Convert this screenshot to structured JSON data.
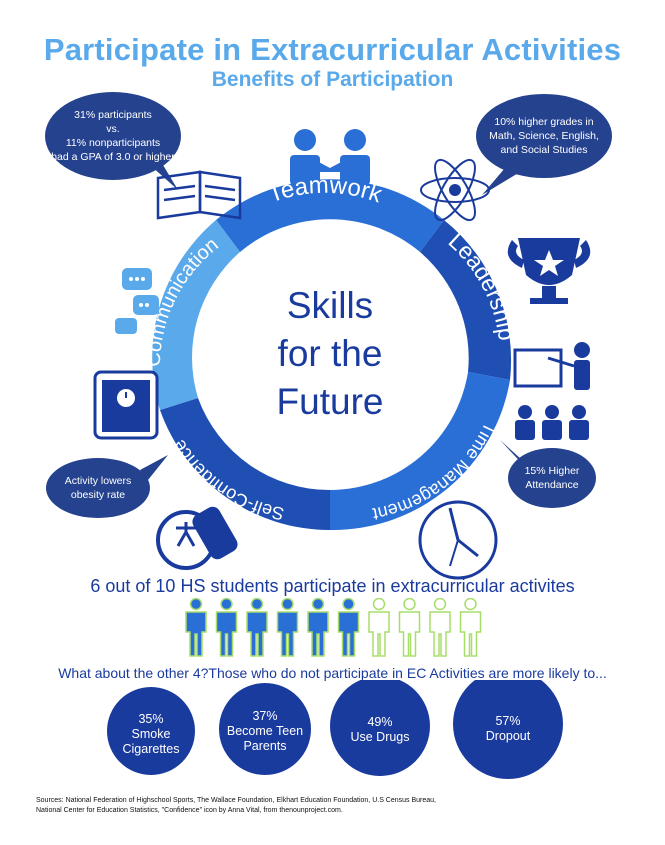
{
  "header": {
    "title": "Participate in Extracurricular Activities",
    "subtitle": "Benefits of Participation"
  },
  "bubbles": {
    "gpa": [
      "31% participants",
      "vs.",
      "11% nonparticipants",
      "had a GPA of 3.0 or higher"
    ],
    "grades": [
      "10% higher grades in",
      "Math, Science, English,",
      "and Social Studies"
    ],
    "obesity": [
      "Activity lowers",
      "obesity rate"
    ],
    "attendance": [
      "15% Higher",
      "Attendance"
    ]
  },
  "ring": {
    "segments": [
      "Teamwork",
      "Leadership",
      "Time Management",
      "Self-Confidence",
      "Communication"
    ],
    "center_lines": [
      "Skills",
      "for the",
      "Future"
    ]
  },
  "participation": {
    "statement": "6 out of 10 HS students participate in extracurricular activites",
    "participating": 6,
    "total": 10
  },
  "question": "What about the other 4?Those who do not participate in EC Activities are more likely to...",
  "risks": [
    {
      "percent": "35%",
      "lines": [
        "Smoke",
        "Cigarettes"
      ]
    },
    {
      "percent": "37%",
      "lines": [
        "Become Teen",
        "Parents"
      ]
    },
    {
      "percent": "49%",
      "lines": [
        "Use Drugs"
      ]
    },
    {
      "percent": "57%",
      "lines": [
        "Dropout"
      ]
    }
  ],
  "sources": [
    "Sources: National Federation of Highschool Sports, The Wallace Foundation, Elkhart Education Foundation, U.S Census Bureau,",
    "National Center for Education Statistics, \"Confidence\" icon by Anna Vital, from thenounproject.com."
  ],
  "colors": {
    "title": "#5aa9ea",
    "dark_blue": "#1a3b9e",
    "mid_blue": "#2a6fd6",
    "light_blue": "#5aa9ea",
    "bubble": "#25428f",
    "green_outline": "#a8dd6a"
  }
}
